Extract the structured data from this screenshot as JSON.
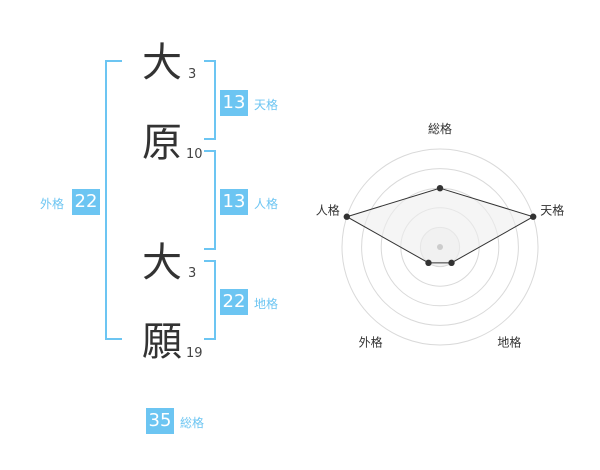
{
  "name": {
    "chars": [
      {
        "char": "大",
        "strokes": "3"
      },
      {
        "char": "原",
        "strokes": "10"
      },
      {
        "char": "大",
        "strokes": "3"
      },
      {
        "char": "願",
        "strokes": "19"
      }
    ]
  },
  "fortunes": {
    "tenkaku": {
      "value": "13",
      "label": "天格"
    },
    "jinkaku": {
      "value": "13",
      "label": "人格"
    },
    "chikaku": {
      "value": "22",
      "label": "地格"
    },
    "gaikaku": {
      "value": "22",
      "label": "外格"
    },
    "soukaku": {
      "value": "35",
      "label": "総格"
    }
  },
  "colors": {
    "accent": "#6cc5f2",
    "radar_fill": "#eeeeee",
    "ring": "#d9d9d9"
  },
  "chart_data": {
    "type": "radar",
    "axes": [
      "総格",
      "天格",
      "地格",
      "外格",
      "人格"
    ],
    "values": [
      3,
      5,
      1,
      1,
      5
    ],
    "scale_max": 5,
    "rings": 5
  }
}
